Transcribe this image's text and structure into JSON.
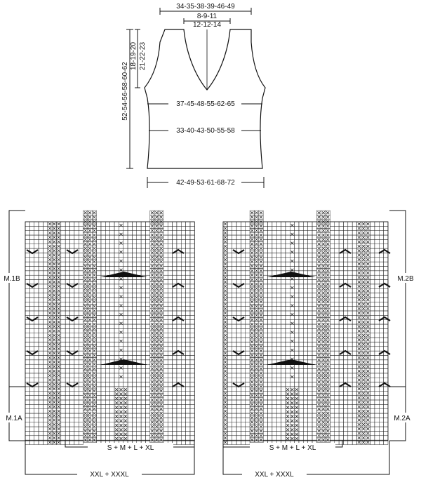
{
  "schematic": {
    "top_width": "34-35-38-39-46-49",
    "neck_width_1": "8-9-11",
    "neck_width_2": "12-12-14",
    "armhole_depth_1": "18-19-20",
    "armhole_depth_2": "21-22-23",
    "total_length": "52-54-56-58-60-62",
    "chest_width": "37-45-48-55-62-65",
    "waist_width": "33-40-43-50-55-58",
    "bottom_width": "42-49-53-61-68-72"
  },
  "charts": {
    "left": {
      "label_upper": "M.1B",
      "label_lower": "M.1A"
    },
    "right": {
      "label_upper": "M.2B",
      "label_lower": "M.2A"
    },
    "size_group_1": "S + M + L + XL",
    "size_group_2": "XXL + XXXL"
  }
}
